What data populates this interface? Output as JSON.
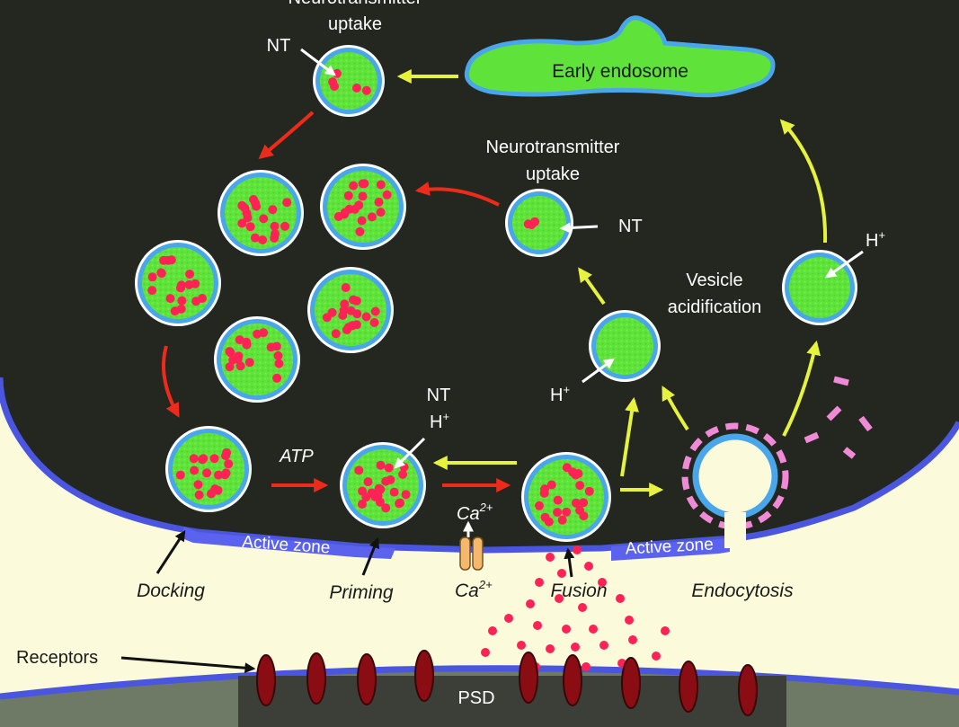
{
  "labels": {
    "nt_uptake_top_line1": "Neurotransmitter",
    "nt_uptake_top_line2": "uptake",
    "nt_top": "NT",
    "early_endosome": "Early endosome",
    "nt_uptake_mid_line1": "Neurotransmitter",
    "nt_uptake_mid_line2": "uptake",
    "nt_mid": "NT",
    "h_plus_right": "H",
    "vesicle_acid_line1": "Vesicle",
    "vesicle_acid_line2": "acidification",
    "h_plus_mid": "H",
    "nt_priming": "NT",
    "h_plus_priming": "H",
    "atp": "ATP",
    "ca_top_base": "Ca",
    "ca_top_sup": "2+",
    "ca_bottom_base": "Ca",
    "ca_bottom_sup": "2+",
    "active_zone_left": "Active zone",
    "active_zone_right": "Active zone",
    "docking": "Docking",
    "priming": "Priming",
    "fusion": "Fusion",
    "endocytosis": "Endocytosis",
    "receptors": "Receptors",
    "psd": "PSD",
    "plus": "+"
  },
  "colors": {
    "terminal": "#23271f",
    "membrane": "#4a55e0",
    "cleft": "#fbfadb",
    "vesicle_fill": "#5fe33a",
    "vesicle_ring": "#4aa6ea",
    "nt_dot": "#ff2255",
    "arrow_red": "#ee2b1a",
    "arrow_yellow": "#e6f23c",
    "receptor": "#8a0d14",
    "psd": "#3b3f38",
    "dash": "#f08ad6"
  }
}
